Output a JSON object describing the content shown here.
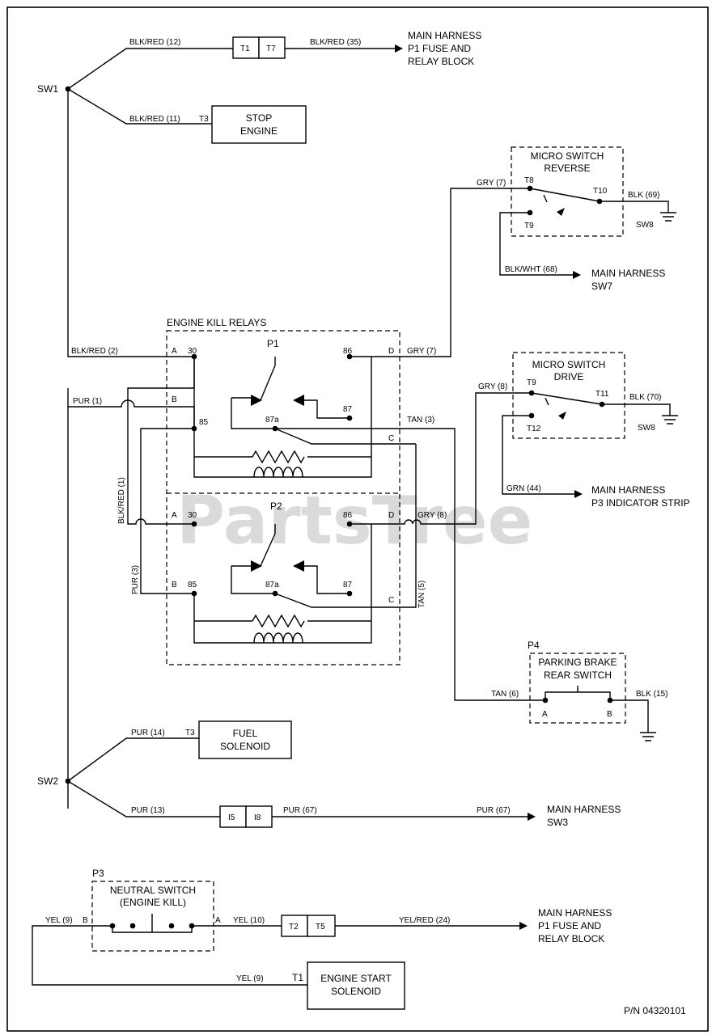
{
  "nodes": {
    "sw1": "SW1",
    "sw2": "SW2",
    "sw8a": "SW8",
    "sw8b": "SW8",
    "p1": "P1",
    "p2": "P2",
    "p3": "P3",
    "p4": "P4",
    "t1": "T1",
    "t3a": "T3",
    "t3b": "T3"
  },
  "connectors": {
    "t1": "T1",
    "t7": "T7",
    "i5": "I5",
    "i8": "I8",
    "t2": "T2",
    "t5": "T5"
  },
  "terminals": {
    "t8": "T8",
    "t9": "T9",
    "t10": "T10",
    "t9b": "T9",
    "t11": "T11",
    "t12": "T12",
    "a": "A",
    "b": "B",
    "c": "C",
    "d": "D",
    "n30": "30",
    "n85": "85",
    "n86": "86",
    "n87": "87",
    "n87a": "87a"
  },
  "wires": {
    "blkred12": "BLK/RED (12)",
    "blkred35": "BLK/RED (35)",
    "blkred11": "BLK/RED (11)",
    "blkred2": "BLK/RED (2)",
    "blkred1": "BLK/RED (1)",
    "pur1": "PUR (1)",
    "pur3": "PUR (3)",
    "gry7a": "GRY (7)",
    "gry7b": "GRY (7)",
    "blk69": "BLK (69)",
    "blkwht68": "BLK/WHT (68)",
    "tan3": "TAN (3)",
    "gry8a": "GRY (8)",
    "gry8b": "GRY (8)",
    "blk70": "BLK (70)",
    "grn44": "GRN (44)",
    "tan5": "TAN (5)",
    "tan6": "TAN (6)",
    "blk15": "BLK (15)",
    "pur14": "PUR (14)",
    "pur13": "PUR (13)",
    "pur67a": "PUR (67)",
    "pur67b": "PUR (67)",
    "yel9a": "YEL (9)",
    "yel10": "YEL (10)",
    "yelred24": "YEL/RED (24)",
    "yel9b": "YEL (9)"
  },
  "components": {
    "stop_engine": [
      "STOP",
      "ENGINE"
    ],
    "fuel_solenoid": [
      "FUEL",
      "SOLENOID"
    ],
    "engine_start_solenoid": [
      "ENGINE START",
      "SOLENOID"
    ],
    "micro_reverse": [
      "MICRO SWITCH",
      "REVERSE"
    ],
    "micro_drive": [
      "MICRO SWITCH",
      "DRIVE"
    ],
    "engine_kill_relays": "ENGINE KILL RELAYS",
    "parking_brake": [
      "PARKING BRAKE",
      "REAR SWITCH"
    ],
    "neutral_switch": [
      "NEUTRAL SWITCH",
      "(ENGINE KILL)"
    ]
  },
  "destinations": {
    "p1_fuse_top": [
      "MAIN HARNESS",
      "P1 FUSE AND",
      "RELAY BLOCK"
    ],
    "sw7": [
      "MAIN HARNESS",
      "SW7"
    ],
    "p3_indicator": [
      "MAIN HARNESS",
      "P3 INDICATOR STRIP"
    ],
    "sw3": [
      "MAIN HARNESS",
      "SW3"
    ],
    "p1_fuse_bottom": [
      "MAIN HARNESS",
      "P1 FUSE AND",
      "RELAY BLOCK"
    ]
  },
  "part_number": "P/N 04320101",
  "watermark": "PartsTree"
}
